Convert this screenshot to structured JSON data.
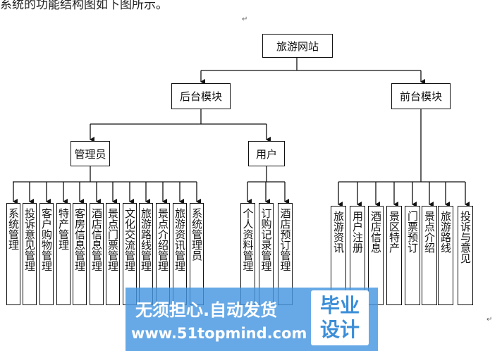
{
  "document": {
    "caption_fragment": "系统的功能结构图如下图所示。",
    "paragraph_mark": "↵"
  },
  "diagram": {
    "root": "旅游网站",
    "backend": "后台模块",
    "frontend": "前台模块",
    "admin": "管理员",
    "user": "用户",
    "admin_functions": [
      "系统管理",
      "投诉意见管理",
      "客户购物管理",
      "特产管理",
      "客房信息管理",
      "酒店信息管理",
      "景点门票管理",
      "文化交流管理",
      "旅游路线管理",
      "景点介绍管理",
      "旅游资讯管理",
      "系统管理员"
    ],
    "user_functions": [
      "个人资料管理",
      "订购记录管理",
      "酒店预订管理"
    ],
    "frontend_functions": [
      "旅游资讯",
      "用户注册",
      "酒店信息",
      "景区特产",
      "门票预订",
      "景点介绍",
      "旅游路线",
      "投诉与意见"
    ]
  },
  "watermark": {
    "line1": "无须担心.自动发货",
    "line2": "www.51topmind.com",
    "badge_top": "毕业",
    "badge_bottom": "设计"
  }
}
